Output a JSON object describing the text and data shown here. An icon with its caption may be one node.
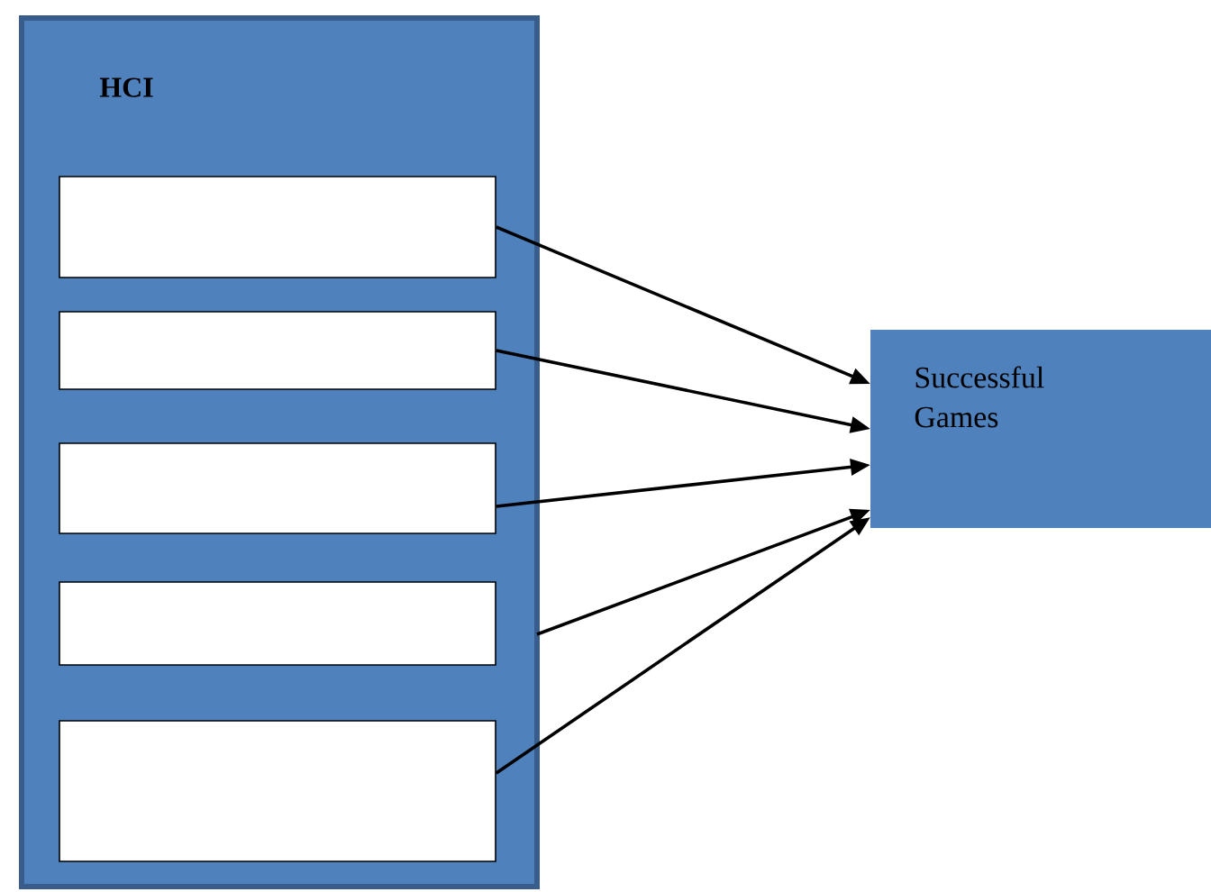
{
  "diagram": {
    "nodes": [
      {
        "text": [
          "HCI"
        ]
      },
      {
        "text": [],
        "shape": "box",
        "in": 0
      },
      {
        "text": [],
        "shape": "box",
        "in": 0
      },
      {
        "text": [],
        "shape": "box",
        "in": 0
      },
      {
        "text": [],
        "shape": "box",
        "in": 0
      },
      {
        "text": [],
        "shape": "box",
        "in": 0
      },
      {
        "text": [
          "Successful Games"
        ]
      }
    ],
    "edges": [
      {
        "from": 1,
        "to": 6,
        "arrow": "to"
      },
      {
        "from": 2,
        "to": 6,
        "arrow": "to"
      },
      {
        "from": 3,
        "to": 6,
        "arrow": "to"
      },
      {
        "from": 4,
        "to": 6,
        "arrow": "to"
      },
      {
        "from": 5,
        "to": 6,
        "arrow": "to"
      }
    ]
  }
}
